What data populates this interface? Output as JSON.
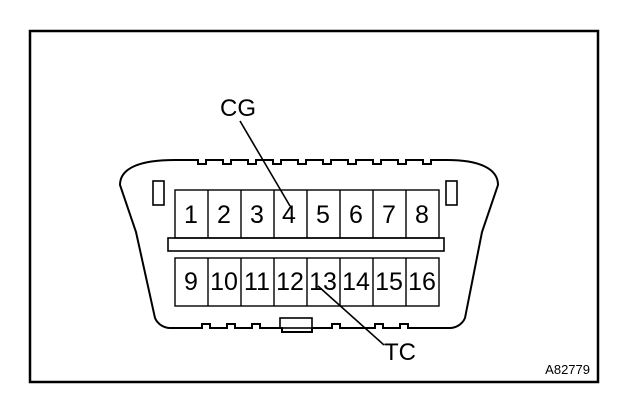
{
  "connector": {
    "top_row_pins": [
      "1",
      "2",
      "3",
      "4",
      "5",
      "6",
      "7",
      "8"
    ],
    "bottom_row_pins": [
      "9",
      "10",
      "11",
      "12",
      "13",
      "14",
      "15",
      "16"
    ]
  },
  "callouts": {
    "cg": {
      "label": "CG",
      "pin": "4"
    },
    "tc": {
      "label": "TC",
      "pin": "13"
    }
  },
  "figure_id": "A82779"
}
